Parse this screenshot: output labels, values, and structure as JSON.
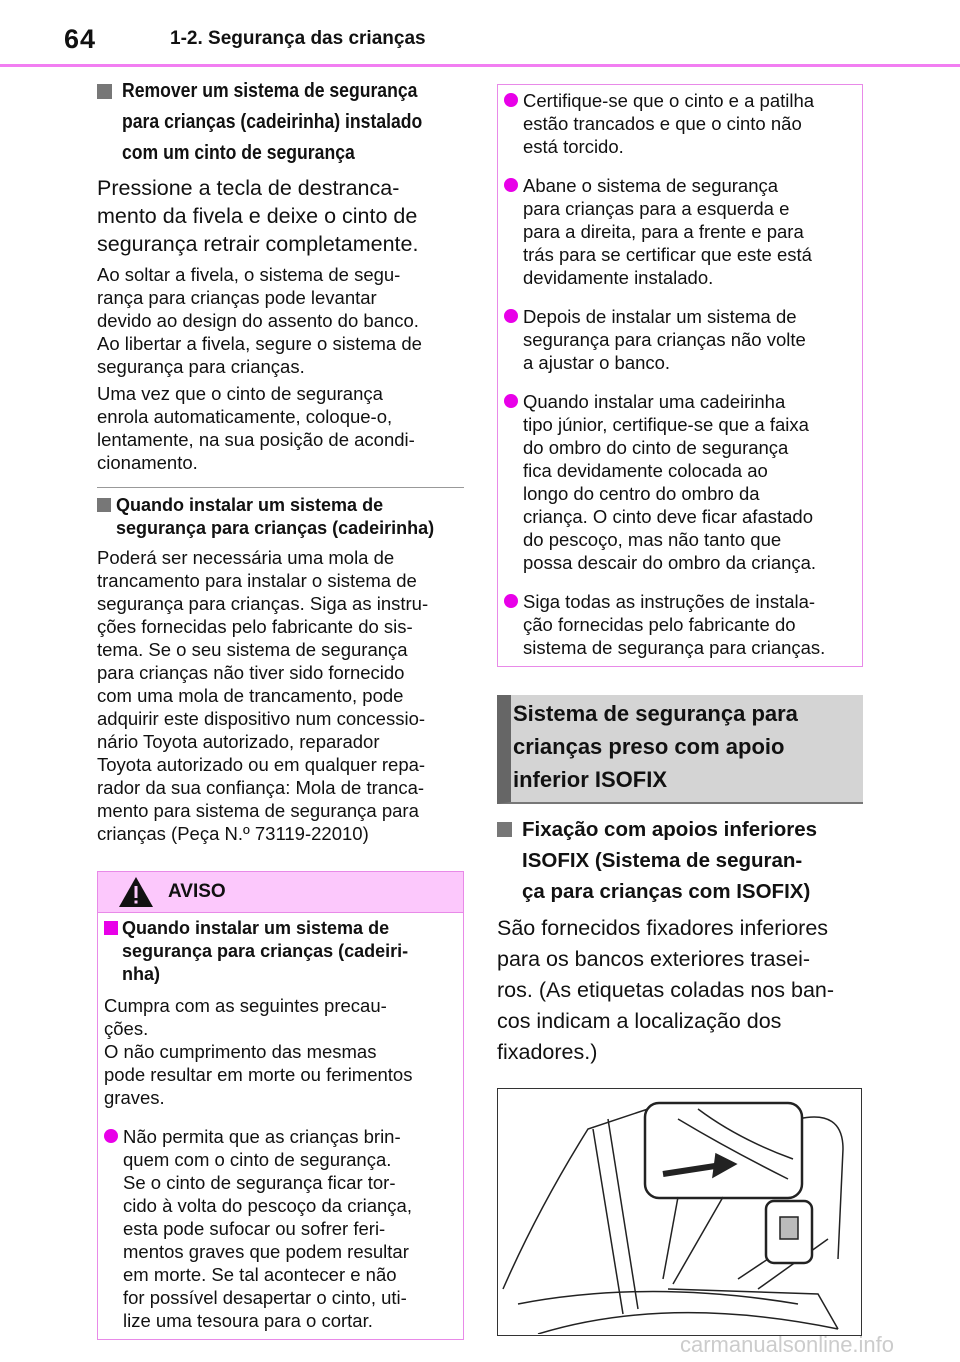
{
  "header": {
    "page_number": "64",
    "section": "1-2. Segurança das crianças"
  },
  "left": {
    "heading": "Remover um sistema de segurança\npara crianças (cadeirinha) instalado\ncom um cinto de segurança",
    "intro": "Pressione a tecla de destranca-\nmento da fivela e deixe o cinto de\nsegurança retrair completamente.",
    "note1": "Ao soltar a fivela, o sistema de segu-\nrança para crianças pode levantar\ndevido ao design do assento do banco.\nAo libertar a fivela, segure o sistema de\nsegurança para crianças.",
    "note2": "Uma vez que o cinto de segurança\nenrola automaticamente, coloque-o,\nlentamente, na sua posição de acondi-\ncionamento.",
    "sub_heading": "Quando instalar um sistema de\nsegurança para crianças (cadeirinha)",
    "sub_text": "Poderá ser necessária uma mola de\ntrancamento para instalar o sistema de\nsegurança para crianças. Siga as instru-\nções fornecidas pelo fabricante do sis-\ntema. Se o seu sistema de segurança\npara crianças não tiver sido fornecido\ncom uma mola de trancamento, pode\nadquirir este dispositivo num concessio-\nnário Toyota autorizado, reparador\nToyota autorizado ou em qualquer repa-\nrador da sua confiança: Mola de tranca-\nmento para sistema de segurança para\ncrianças (Peça N.º 73119-22010)"
  },
  "warning": {
    "title": "AVISO",
    "heading": "Quando instalar um sistema de\nsegurança para crianças (cadeiri-\nnha)",
    "text": "Cumpra com as seguintes precau-\nções.\nO não cumprimento das mesmas\npode resultar em morte ou ferimentos\ngraves.",
    "bullet": "Não permita que as crianças brin-\nquem com o cinto de segurança.\nSe o cinto de segurança ficar tor-\ncido à volta do pescoço da criança,\nesta pode sufocar ou sofrer feri-\nmentos graves que podem resultar\nem morte. Se tal acontecer e não\nfor possível desapertar o cinto, uti-\nlize uma tesoura para o cortar."
  },
  "right_box": {
    "bullets": [
      "Certifique-se que o cinto e a patilha\nestão trancados e que o cinto não\nestá torcido.",
      "Abane o sistema de segurança\npara crianças para a esquerda e\npara a direita, para a frente e para\ntrás para se certificar que este está\ndevidamente instalado.",
      "Depois de instalar um sistema de\nsegurança para crianças não volte\na ajustar o banco.",
      "Quando instalar uma cadeirinha\ntipo júnior, certifique-se que a faixa\ndo ombro do cinto de segurança\nfica devidamente colocada ao\nlongo do centro do ombro da\ncriança. O cinto deve ficar afastado\ndo pescoço, mas não tanto que\npossa descair do ombro da criança.",
      "Siga todas as instruções de instala-\nção fornecidas pelo fabricante do\nsistema de segurança para crianças."
    ]
  },
  "section": {
    "title": "Sistema de segurança para\ncrianças preso com apoio\ninferior ISOFIX"
  },
  "isofix": {
    "heading": "Fixação com apoios inferiores\nISOFIX (Sistema de seguran-\nça para crianças com ISOFIX)",
    "text": "São fornecidos fixadores inferiores\npara os bancos exteriores trasei-\nros. (As etiquetas coladas nos ban-\ncos indicam a localização dos\nfixadores.)"
  },
  "watermark": "carmanualsonline.info",
  "colors": {
    "accent": "#e800e8",
    "rule": "#f27ef2",
    "warning_bg": "#fcc8fc",
    "section_bg": "#d4d4d4"
  }
}
